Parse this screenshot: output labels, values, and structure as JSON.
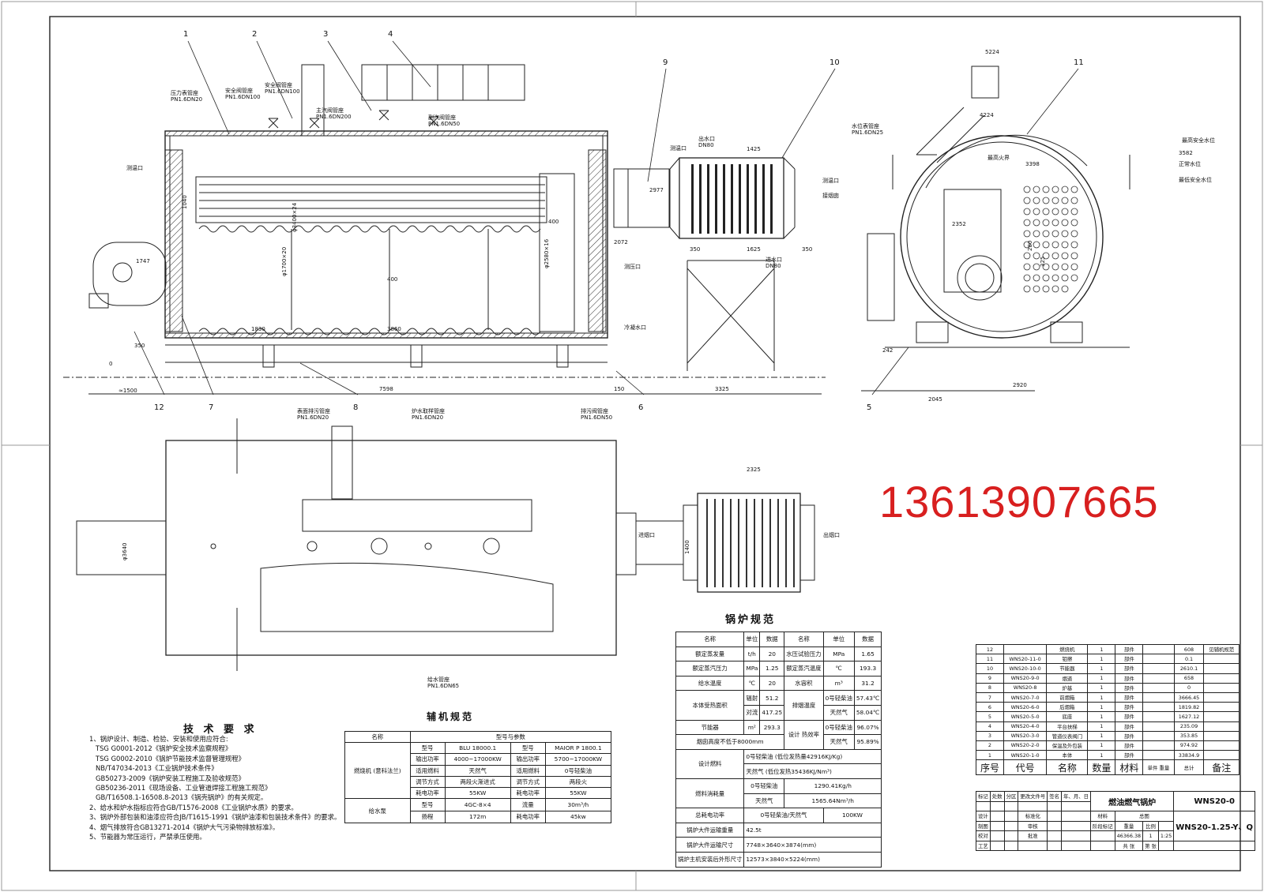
{
  "phone": "13613907665",
  "part_numbers": [
    "1",
    "2",
    "3",
    "4",
    "5",
    "6",
    "7",
    "8",
    "9",
    "10",
    "11",
    "12"
  ],
  "side_labels": {
    "pressure_gauge_seat": "压力表管座\nPN1.6DN20",
    "safety_valve_seat_1": "安全阀管座\nPN1.6DN100",
    "safety_valve_seat_2": "安全阀管座\nPN1.6DN100",
    "main_steam_valve_seat": "主汽阀管座\nPN1.6DN200",
    "aux_steam_valve_seat": "副汽阀管座\nPN1.6DN50",
    "temp_port_1": "测温口",
    "temp_port_2": "测温口",
    "temp_port_3": "测温口",
    "outlet_water": "出水口\nDN80",
    "inlet_water": "进水口\nDN80",
    "flue_connection": "接烟囱",
    "pressure_port": "测压口",
    "condensate_port": "冷凝水口",
    "drain_valve_seat": "排污阀管座\nPN1.6DN50",
    "water_level_seat": "水位表管座\nPN1.6DN25",
    "highest_fire": "最高火界",
    "highest_safe_level": "最高安全水位",
    "normal_level": "正常水位",
    "lowest_safe_level": "最低安全水位",
    "surface_blowdown": "表面排污管座\nPN1.6DN20",
    "furnace_sample": "炉水取样管座\nPN1.6DN20",
    "feedwater_seat": "给水管座\nPN1.6DN65",
    "flue_inlet": "进烟口",
    "flue_outlet": "出烟口"
  },
  "dimensions": {
    "d7598": "7598",
    "d350a": "350",
    "d1500": "≈1500",
    "d150": "150",
    "d3325": "3325",
    "d1425": "1425",
    "d1625": "1625",
    "d350b": "350",
    "d350c": "350",
    "d2977": "2977",
    "d2072": "2072",
    "d1747": "1747",
    "d0": "0",
    "phi3400": "φ3400×24",
    "phi1700": "φ1700×20",
    "phi2580": "φ2580×16",
    "d400a": "400",
    "d400b": "400",
    "d1040": "1040",
    "d1830": "1830",
    "d3860": "3860",
    "d5224": "5224",
    "d4224": "4224",
    "d3582": "3582",
    "d3398": "3398",
    "d2352": "2352",
    "d242": "242",
    "d2920": "2920",
    "d2045": "2045",
    "d325": "325",
    "d280": "280",
    "phi3640": "φ3640",
    "d2325": "2325",
    "d1400": "1400"
  },
  "tech_requirements": {
    "title": "技 术 要 求",
    "lines": [
      "1、锅炉设计、制造、检验、安装和使用应符合:",
      "   TSG G0001-2012《锅炉安全技术监察规程》",
      "   TSG G0002-2010《锅炉节能技术监督管理规程》",
      "   NB/T47034-2013《工业锅炉技术条件》",
      "   GB50273-2009《锅炉安装工程施工及验收规范》",
      "   GB50236-2011《现场设备、工业管道焊接工程施工规范》",
      "   GB/T16508.1-16508.8-2013《锅壳锅炉》的有关规定。",
      "2、给水和炉水指标应符合GB/T1576-2008《工业锅炉水质》的要求。",
      "3、锅炉外部包装和油漆应符合JB/T1615-1991《锅炉油漆和包装技术条件》的要求。",
      "4、烟气排放符合GB13271-2014《锅炉大气污染物排放标准》。",
      "5、节能器为常压运行，严禁承压使用。"
    ]
  },
  "boiler_spec": {
    "title": "锅炉规范",
    "header": [
      "名称",
      "单位",
      "数据",
      "名称",
      "单位",
      "数据"
    ],
    "rows": [
      [
        "额定蒸发量",
        "t/h",
        "20",
        "水压试验压力",
        "MPa",
        "1.65"
      ],
      [
        "额定蒸汽压力",
        "MPa",
        "1.25",
        "额定蒸汽温度",
        "℃",
        "193.3"
      ],
      [
        "给水温度",
        "℃",
        "20",
        "水容积",
        "m³",
        "31.2"
      ]
    ],
    "heat_area_label": "本体受热面积",
    "radiant": "辐射",
    "radiant_val": "51.2",
    "convective": "对流",
    "convective_val": "417.25",
    "exhaust_temp": "排烟温度",
    "fuel_oil": "0号轻柴油",
    "exhaust_oil": "57.43℃",
    "natural_gas": "天然气",
    "exhaust_gas": "58.04℃",
    "economizer": "节能器",
    "econ_unit": "m²",
    "econ_val": "293.3",
    "design_eff": "设计\n热效率",
    "eff_oil": "96.07%",
    "eff_gas": "95.89%",
    "chimney_note": "烟囱高度不低于8000mm",
    "design_fuel": "设计燃料",
    "fuel_line_1": "0号轻柴油    (低位发热量42916KJ/Kg)",
    "fuel_line_2": "天然气      (低位发热35436KJ/Nm³)",
    "consumption": "燃料消耗量",
    "cons_oil": "1290.41Kg/h",
    "cons_gas": "1565.64Nm³/h",
    "total_power": "总耗电功率",
    "power_fuel": "0号轻柴油/天然气",
    "power_val": "100KW",
    "max_weight": "锅炉大件运输重量",
    "max_weight_val": "42.5t",
    "transport_size": "锅炉大件运输尺寸",
    "transport_size_val": "7748×3640×3874(mm)",
    "install_size": "锅炉主机安装后外形尺寸",
    "install_size_val": "12573×3840×5224(mm)"
  },
  "aux_spec": {
    "title": "辅机规范",
    "col_name": "名称",
    "col_model": "型号与参数",
    "burner": "燃烧机\n(意科法兰)",
    "b_rows": [
      [
        "型号",
        "BLU 18000.1",
        "型号",
        "MAIOR P 1800.1"
      ],
      [
        "输出功率",
        "4000~17000KW",
        "输出功率",
        "5700~17000KW"
      ],
      [
        "适用燃料",
        "天然气",
        "适用燃料",
        "0号轻柴油"
      ],
      [
        "调节方式",
        "两段火渐进式",
        "调节方式",
        "两段火"
      ],
      [
        "耗电功率",
        "55KW",
        "耗电功率",
        "55KW"
      ]
    ],
    "pump": "给水泵",
    "p_rows": [
      [
        "型号",
        "4GC-8×4",
        "流量",
        "30m³/h"
      ],
      [
        "扬程",
        "172m",
        "耗电功率",
        "45kw"
      ]
    ]
  },
  "parts_list": {
    "rows": [
      [
        "12",
        "",
        "燃烧机",
        "1",
        "部件",
        "",
        "608",
        "见辅机规范"
      ],
      [
        "11",
        "WNS20-11-0",
        "钼擦",
        "1",
        "部件",
        "",
        "0.1",
        ""
      ],
      [
        "10",
        "WNS20-10-0",
        "节能器",
        "1",
        "部件",
        "",
        "2610.1",
        ""
      ],
      [
        "9",
        "WNS20-9-0",
        "烟道",
        "1",
        "部件",
        "",
        "658",
        ""
      ],
      [
        "8",
        "WNS20-8",
        "炉基",
        "1",
        "部件",
        "",
        "0",
        ""
      ],
      [
        "7",
        "WNS20-7-0",
        "前烟箱",
        "1",
        "部件",
        "",
        "3666.45",
        ""
      ],
      [
        "6",
        "WNS20-6-0",
        "后烟箱",
        "1",
        "部件",
        "",
        "1819.82",
        ""
      ],
      [
        "5",
        "WNS20-5-0",
        "底座",
        "1",
        "部件",
        "",
        "1627.12",
        ""
      ],
      [
        "4",
        "WNS20-4-0",
        "平台扶梯",
        "1",
        "部件",
        "",
        "235.09",
        ""
      ],
      [
        "3",
        "WNS20-3-0",
        "管道仪表阀门",
        "1",
        "部件",
        "",
        "353.85",
        ""
      ],
      [
        "2",
        "WNS20-2-0",
        "保温及外包装",
        "1",
        "部件",
        "",
        "974.92",
        ""
      ],
      [
        "1",
        "WNS20-1-0",
        "本体",
        "1",
        "部件",
        "",
        "33834.9",
        ""
      ]
    ],
    "header": [
      "序号",
      "代号",
      "名称",
      "数量",
      "材料",
      "单件\n重量",
      "总计",
      "备注"
    ]
  },
  "title_block": {
    "product": "燃油燃气锅炉",
    "code": "WNS20-0",
    "model": "WNS20-1.25-Y、Q",
    "weight": "46366.38",
    "qty": "1",
    "scale": "1:25",
    "row_labels": [
      "标记",
      "处数",
      "分区",
      "更改文件号",
      "签名",
      "年、月、日"
    ],
    "roles": [
      "设计",
      "制图",
      "校对",
      "工艺"
    ],
    "roles2": [
      "标准化",
      "审核",
      "",
      "批准"
    ],
    "misc": [
      "材料",
      "总图",
      "阶段标记",
      "重量",
      "比例",
      "共  张",
      "第  张"
    ]
  }
}
